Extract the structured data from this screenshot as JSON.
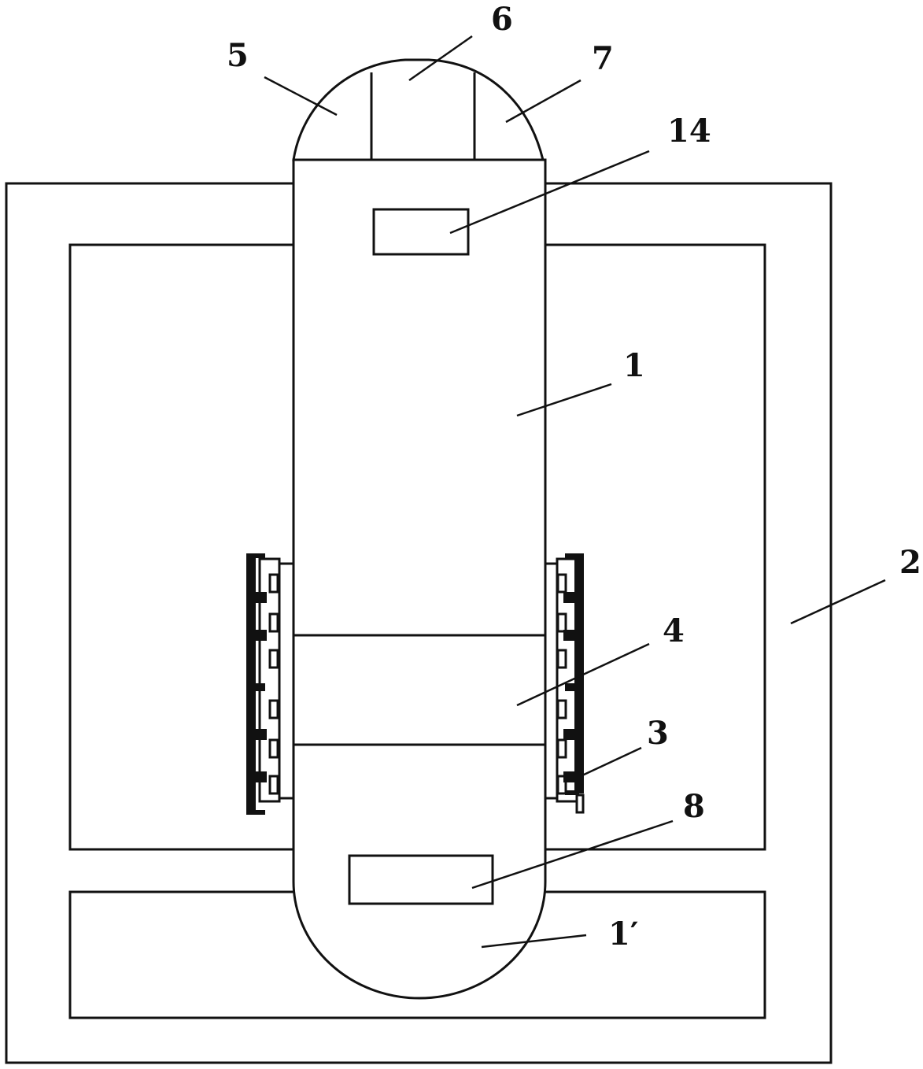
{
  "labels": {
    "l1": "1",
    "l1p": "1′",
    "l2": "2",
    "l3": "3",
    "l4": "4",
    "l5": "5",
    "l6": "6",
    "l7": "7",
    "l8": "8",
    "l14": "14"
  },
  "colors": {
    "stroke": "#111111",
    "background": "#ffffff"
  }
}
